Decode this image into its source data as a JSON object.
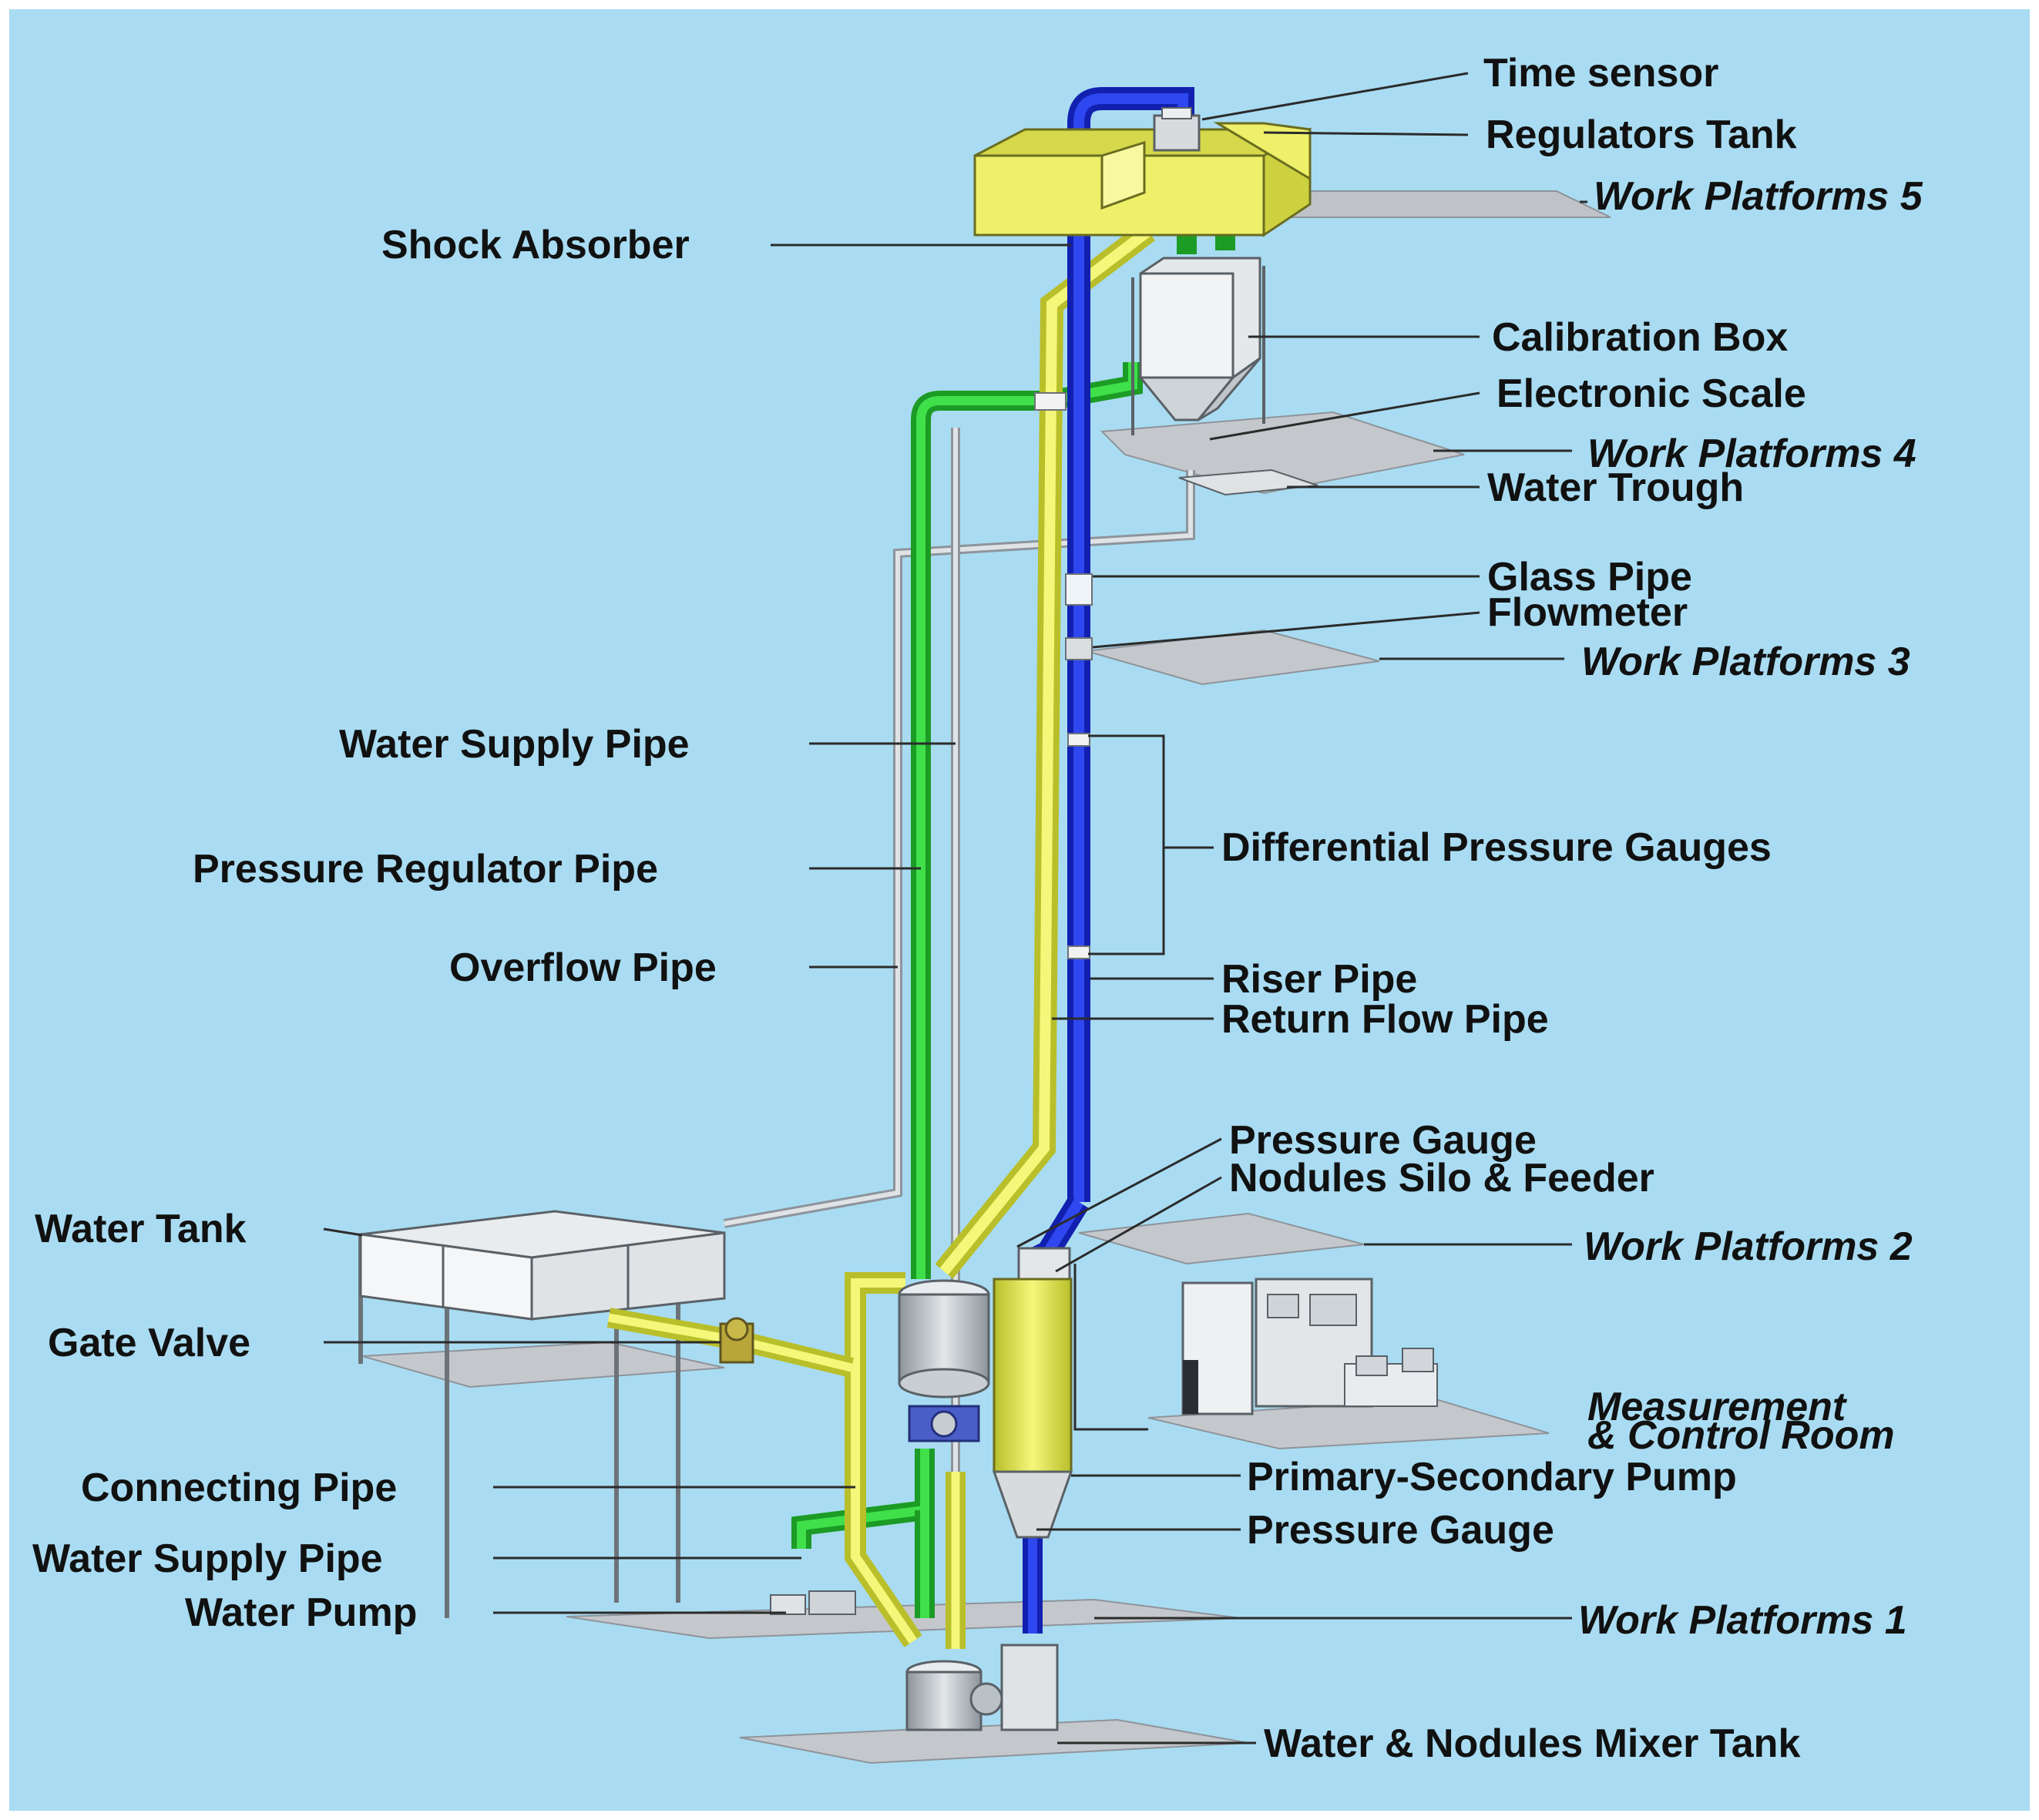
{
  "colors": {
    "background": "#a9dcf2",
    "riser_pipe": "#1b2fd6",
    "return_pipe": "#e4ea55",
    "pressure_pipe": "#2fc43a",
    "overflow_pipe": "#c9ced3",
    "tank_yellow": "#eef06a",
    "platform": "#bfc3c8"
  },
  "labels": {
    "time_sensor": "Time sensor",
    "regulators_tank": "Regulators Tank",
    "work_platforms_5": "Work Platforms 5",
    "shock_absorber": "Shock Absorber",
    "calibration_box": "Calibration Box",
    "electronic_scale": "Electronic Scale",
    "work_platforms_4": "Work Platforms 4",
    "water_trough": "Water Trough",
    "glass_pipe": "Glass Pipe",
    "flowmeter": "Flowmeter",
    "work_platforms_3": "Work Platforms 3",
    "water_supply_pipe_upper": "Water Supply Pipe",
    "differential_pressure_gauges": "Differential Pressure Gauges",
    "pressure_regulator_pipe": "Pressure Regulator Pipe",
    "overflow_pipe": "Overflow Pipe",
    "riser_pipe": "Riser Pipe",
    "return_flow_pipe": "Return Flow Pipe",
    "pressure_gauge_upper": "Pressure Gauge",
    "nodules_silo_feeder": "Nodules Silo & Feeder",
    "water_tank": "Water Tank",
    "work_platforms_2": "Work Platforms 2",
    "gate_valve": "Gate Valve",
    "measurement_line1": "Measurement",
    "measurement_line2": "& Control  Room",
    "connecting_pipe": "Connecting Pipe",
    "primary_secondary_pump": "Primary-Secondary Pump",
    "water_supply_pipe_lower": "Water Supply Pipe",
    "pressure_gauge_lower": "Pressure Gauge",
    "water_pump": "Water Pump",
    "work_platforms_1": "Work Platforms 1",
    "water_nodules_mixer_tank": "Water & Nodules Mixer Tank"
  }
}
